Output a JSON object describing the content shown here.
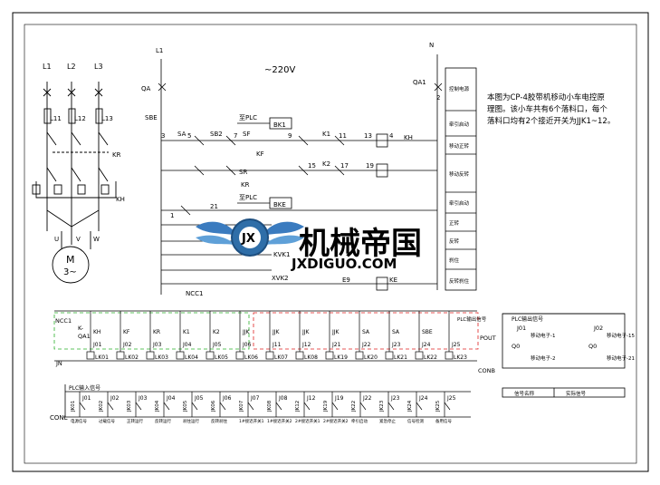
{
  "motor": {
    "phases": [
      "L1",
      "L2",
      "L3"
    ],
    "fuses": [
      "L11",
      "L12",
      "L13"
    ],
    "kr_label": "KR",
    "kh_label": "KH",
    "uvw": [
      "U",
      "V",
      "W"
    ],
    "motor_top": "M",
    "motor_bottom": "3~"
  },
  "control": {
    "voltage": "~220V",
    "l1": "L1",
    "n": "N",
    "qa": "QA",
    "qa1": "QA1",
    "sbe": "SBE",
    "sa": "SA",
    "sb2": "SB2",
    "sf": "SF",
    "sr": "SR",
    "kf": "KF",
    "kr": "KR",
    "kh": "KH",
    "ke": "KE",
    "bk1": "BK1",
    "bke": "BKE",
    "plc_note1": "至PLC",
    "plc_note2": "至PLC",
    "k_labels": [
      "K1",
      "K2"
    ],
    "wire_numbers": [
      "1",
      "2",
      "3",
      "4",
      "5",
      "7",
      "9",
      "11",
      "13",
      "15",
      "17",
      "19",
      "21",
      "E9"
    ],
    "kvk1": "KVK1",
    "xvk2": "XVK2",
    "ncc": "NCC1"
  },
  "function_cells": [
    "控制电源",
    "牵引启动",
    "移动正转",
    "移动反转",
    "牵引启动",
    "正转",
    "反转",
    "刹住",
    "反转刹住"
  ],
  "note": {
    "lines": [
      "本图为CP-4胶带机移动小车电控原",
      "理图。该小车共有6个落料口，每个",
      "落料口均有2个接近开关为JJK1~12。"
    ]
  },
  "plc": {
    "top_title": "PLC输出信号",
    "ncc_label": "NCC1",
    "qa_label": "QA1",
    "k_label": "K-",
    "top_nums": [
      "J01",
      "J02",
      "J03",
      "J04",
      "J05",
      "J06",
      "J11",
      "J12",
      "J21",
      "J22",
      "J23",
      "J24",
      "J25"
    ],
    "top_contacts": [
      "KH",
      "KF",
      "KR",
      "K1",
      "K2",
      "JJK",
      "JJK",
      "JJK",
      "JJK",
      "SA",
      "SA",
      "SBE"
    ],
    "terminal_labels": [
      "LK01",
      "LK02",
      "LK03",
      "LK04",
      "LK05",
      "LK06",
      "LK07",
      "LK08",
      "LK19",
      "LK20",
      "LK21",
      "LK22",
      "LK23"
    ],
    "jn": "JN",
    "pout": "POUT",
    "conb": "CONB",
    "right_title": "PLC输出信号",
    "right_nums": [
      "J01",
      "J02"
    ],
    "right_texts": [
      "移动电子-1",
      "移动电子-2",
      "移动电子-15",
      "移动电子-21"
    ],
    "right_q": [
      "Q0",
      "Q0"
    ],
    "table_cells": [
      "信号名称",
      "实际信号"
    ]
  },
  "bottom": {
    "title": "PLC输入信号",
    "nums": [
      "J01",
      "J02",
      "J03",
      "J04",
      "J05",
      "J06",
      "J07",
      "J08",
      "J12",
      "J19",
      "J22",
      "J23",
      "J24",
      "J25"
    ],
    "terms": [
      "JK01",
      "JK02",
      "JK03",
      "JK04",
      "JK05",
      "JK06",
      "JK07",
      "JK08",
      "JK12",
      "JK19",
      "JK22",
      "JK23",
      "JK24",
      "JK25"
    ],
    "descs": [
      "电源信号",
      "过载信号",
      "正转运行",
      "反转运行",
      "刹住运行",
      "反转刹住",
      "1#接近开关1",
      "1#接近开关2",
      "2#接近开关1",
      "2#接近开关2",
      "牵引启动",
      "紧急停止",
      "信号检测",
      "备用信号"
    ],
    "conl": "CONL"
  },
  "watermark": {
    "cn": "机械帝国",
    "en": "JXDIGUO.COM"
  }
}
